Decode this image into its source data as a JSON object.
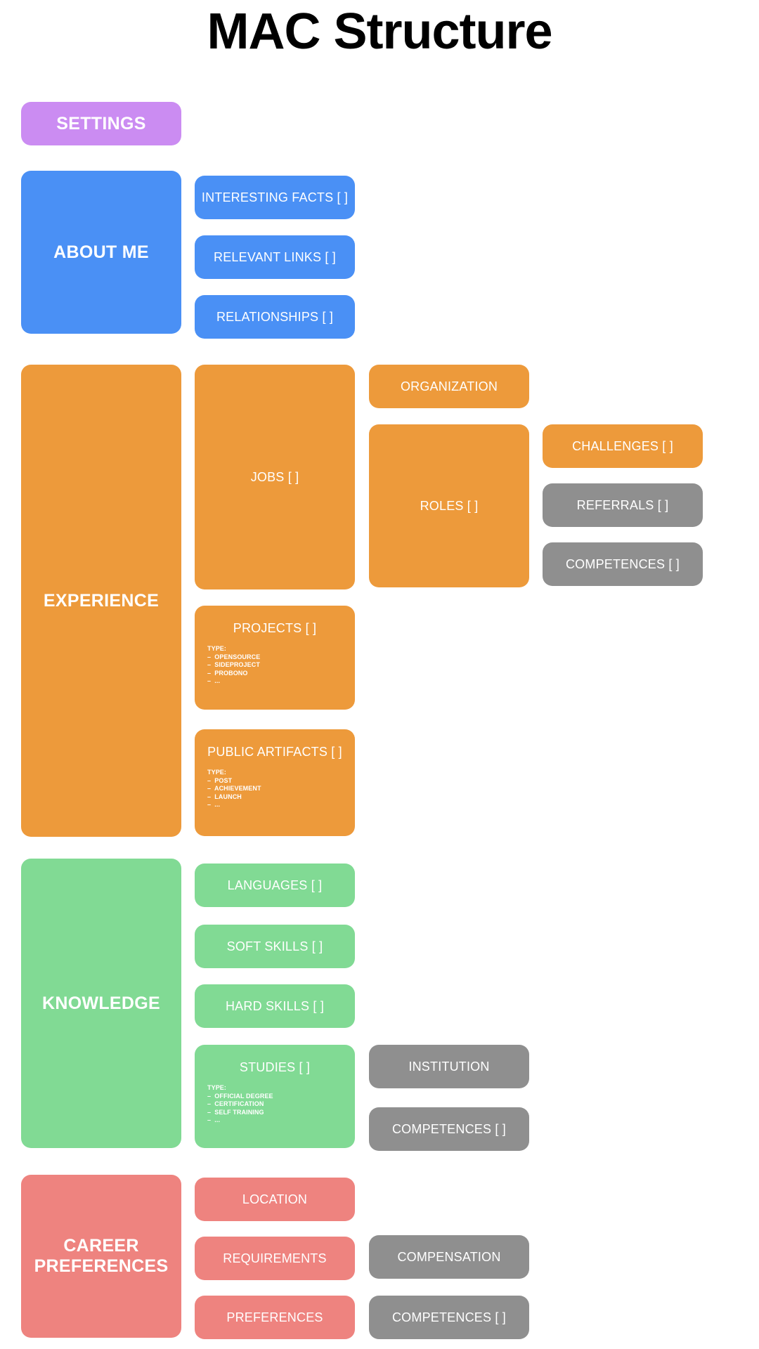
{
  "page": {
    "title": "MAC Structure",
    "background": "#ffffff"
  },
  "colors": {
    "purple": "#cb8cf2",
    "blue": "#4a90f5",
    "orange": "#ed9a3b",
    "green": "#81da94",
    "red": "#ee837f",
    "grey": "#8f8f8f",
    "text_on_box": "#ffffff",
    "title": "#000000"
  },
  "sections": {
    "settings": {
      "label": "SETTINGS"
    },
    "about_me": {
      "label": "ABOUT ME",
      "children": [
        {
          "label": "INTERESTING FACTS [ ]"
        },
        {
          "label": "RELEVANT LINKS [ ]"
        },
        {
          "label": "RELATIONSHIPS [ ]"
        }
      ]
    },
    "experience": {
      "label": "EXPERIENCE",
      "jobs": {
        "label": "JOBS [ ]"
      },
      "organization": {
        "label": "ORGANIZATION"
      },
      "roles": {
        "label": "ROLES [ ]"
      },
      "challenges": {
        "label": "CHALLENGES [ ]"
      },
      "referrals": {
        "label": "REFERRALS [ ]"
      },
      "competences": {
        "label": "COMPETENCES [ ]"
      },
      "projects": {
        "label": "PROJECTS [ ]",
        "type_label": "TYPE:",
        "types": [
          "–  OPENSOURCE",
          "–  SIDEPROJECT",
          "–  PROBONO",
          "–  ..."
        ]
      },
      "public_artifacts": {
        "label": "PUBLIC ARTIFACTS [ ]",
        "type_label": "TYPE:",
        "types": [
          "–  POST",
          "–  ACHIEVEMENT",
          "–  LAUNCH",
          "–  ..."
        ]
      }
    },
    "knowledge": {
      "label": "KNOWLEDGE",
      "languages": {
        "label": "LANGUAGES [ ]"
      },
      "soft_skills": {
        "label": "SOFT SKILLS [ ]"
      },
      "hard_skills": {
        "label": "HARD SKILLS [ ]"
      },
      "studies": {
        "label": "STUDIES [ ]",
        "type_label": "TYPE:",
        "types": [
          "–  OFFICIAL DEGREE",
          "–  CERTIFICATION",
          "–  SELF TRAINING",
          "–  ..."
        ]
      },
      "institution": {
        "label": "INSTITUTION"
      },
      "competences": {
        "label": "COMPETENCES [ ]"
      }
    },
    "career_preferences": {
      "label": "CAREER\nPREFERENCES",
      "label_line1": "CAREER",
      "label_line2": "PREFERENCES",
      "location": {
        "label": "LOCATION"
      },
      "requirements": {
        "label": "REQUIREMENTS"
      },
      "preferences": {
        "label": "PREFERENCES"
      },
      "compensation": {
        "label": "COMPENSATION"
      },
      "competences": {
        "label": "COMPETENCES [ ]"
      }
    }
  }
}
